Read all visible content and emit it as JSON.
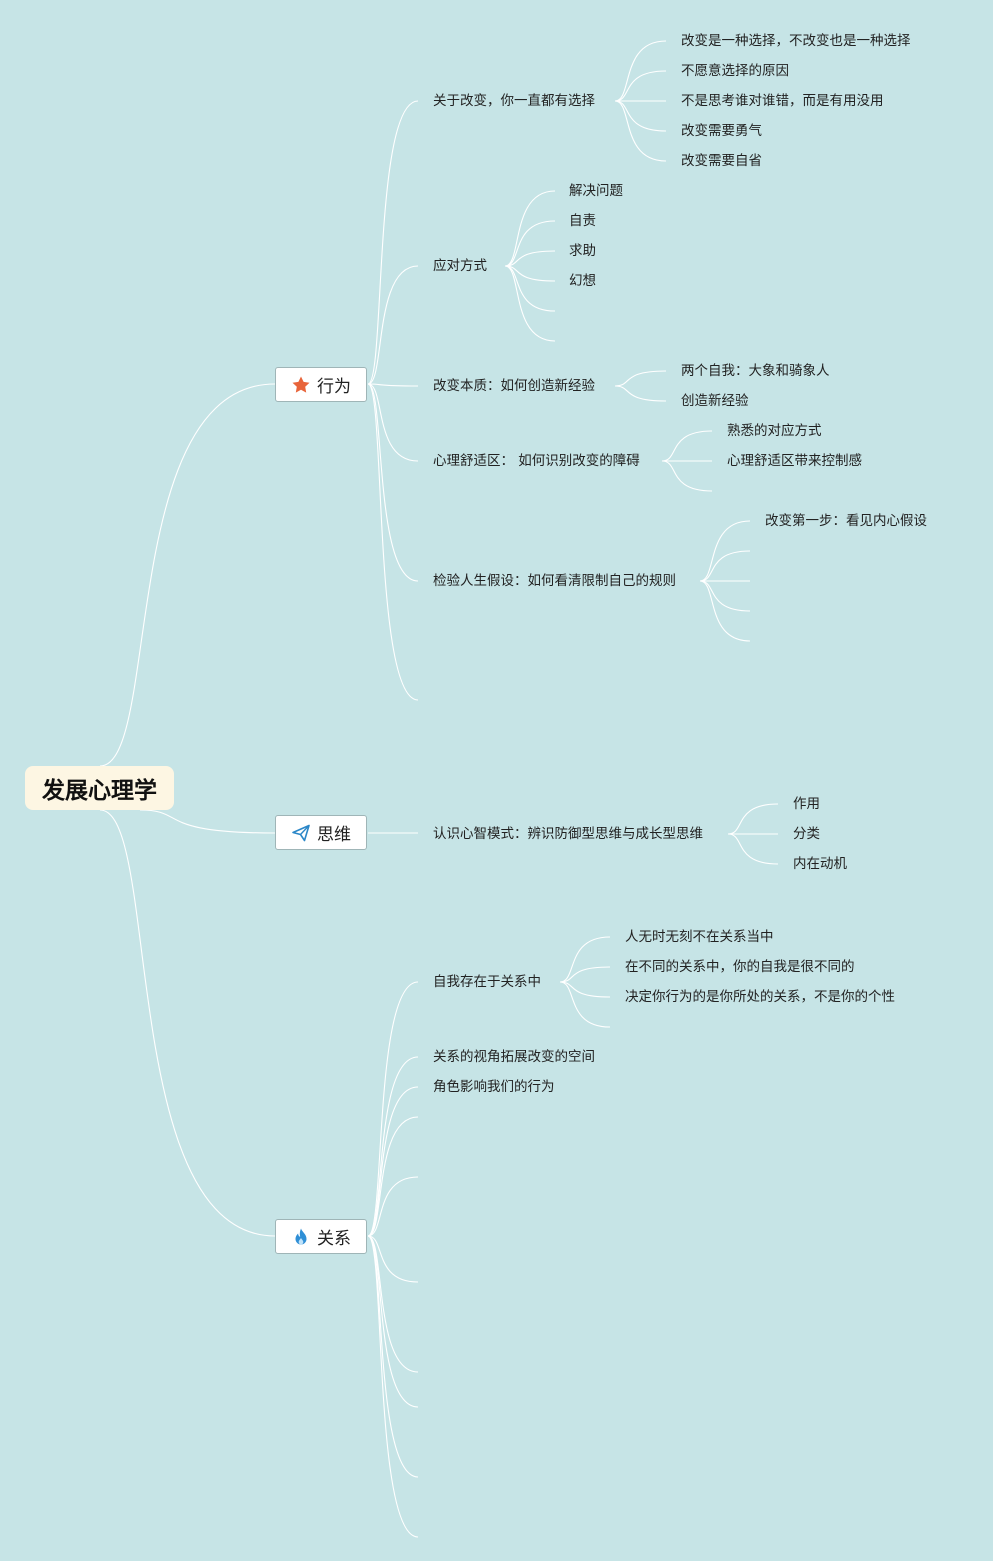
{
  "root": {
    "label": "发展心理学"
  },
  "branches": [
    {
      "id": "b1",
      "label": "行为",
      "icon": "star-icon",
      "icon_color": "#e8643a",
      "topics": [
        {
          "label": "关于改变，你一直都有选择",
          "children": [
            "改变是一种选择，不改变也是一种选择",
            "不愿意选择的原因",
            "不是思考谁对谁错，而是有用没用",
            "改变需要勇气",
            "改变需要自省"
          ]
        },
        {
          "label": "应对方式",
          "children": [
            "解决问题",
            "自责",
            "求助",
            "幻想",
            "",
            ""
          ]
        },
        {
          "label": "改变本质：如何创造新经验",
          "children": [
            "两个自我：大象和骑象人",
            "创造新经验"
          ]
        },
        {
          "label": "心理舒适区： 如何识别改变的障碍",
          "children": [
            "熟悉的对应方式",
            "心理舒适区带来控制感",
            ""
          ]
        },
        {
          "label": "检验人生假设：如何看清限制自己的规则",
          "children": [
            "改变第一步：看见内心假设",
            "",
            "",
            "",
            ""
          ]
        },
        {
          "label": "",
          "children": []
        }
      ]
    },
    {
      "id": "b2",
      "label": "思维",
      "icon": "paper-plane-icon",
      "icon_color": "#2b87c8",
      "topics": [
        {
          "label": "认识心智模式：辨识防御型思维与成长型思维",
          "children": [
            "作用",
            "分类",
            "内在动机"
          ]
        }
      ]
    },
    {
      "id": "b3",
      "label": "关系",
      "icon": "flame-icon",
      "icon_color": "#2f8fd6",
      "topics": [
        {
          "label": "自我存在于关系中",
          "children": [
            "人无时无刻不在关系当中",
            "在不同的关系中，你的自我是很不同的",
            "决定你行为的是你所处的关系，不是你的个性",
            ""
          ]
        },
        {
          "label": "关系的视角拓展改变的空间",
          "children": []
        },
        {
          "label": "角色影响我们的行为",
          "children": []
        },
        {
          "label": "",
          "children": []
        },
        {
          "label": "",
          "children": []
        },
        {
          "label": "",
          "children": []
        },
        {
          "label": "",
          "children": []
        },
        {
          "label": "",
          "children": []
        },
        {
          "label": "",
          "children": []
        },
        {
          "label": "",
          "children": []
        }
      ]
    }
  ]
}
